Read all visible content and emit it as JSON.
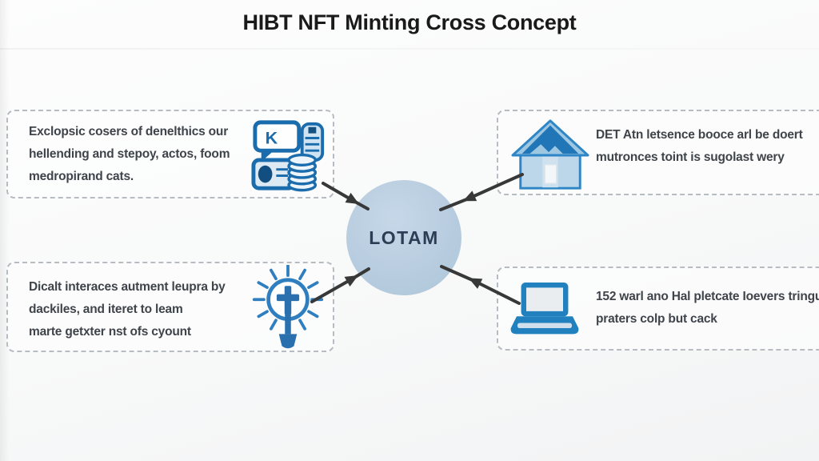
{
  "title": "HIBT NFT Minting Cross Concept",
  "center": {
    "label": "LOTAM"
  },
  "colors": {
    "accent_blue": "#2180be",
    "icon_outline_blue": "#1b6cad",
    "light_blue_fill": "#cfe3f2",
    "circle_fill": "#b8cde1",
    "arrow": "#383838",
    "box_border": "#b7bcc2",
    "body_text": "#3f444b",
    "title_text": "#1a1a1a"
  },
  "boxes": [
    {
      "position": "top-left",
      "icon": "chat-coins-icon",
      "icon_glyph": "K",
      "lines": [
        "Exclopsic cosers of denelthics our",
        "hellending and stepoy, actos, foom",
        "medropirand cats."
      ]
    },
    {
      "position": "top-right",
      "icon": "mountain-house-icon",
      "lines": [
        "DET Atn letsence booce arl be doert",
        "mutronces toint is sugolast wery"
      ]
    },
    {
      "position": "bottom-left",
      "icon": "lightbulb-idea-icon",
      "lines": [
        "Dicalt interaces autment leupra by",
        "dackiles, and iteret to leam",
        "marte getxter nst ofs cyount"
      ]
    },
    {
      "position": "bottom-right",
      "icon": "laptop-icon",
      "lines": [
        "152 warl ano Hal pletcate Ioevers tringu",
        "praters colp but cack"
      ]
    }
  ]
}
